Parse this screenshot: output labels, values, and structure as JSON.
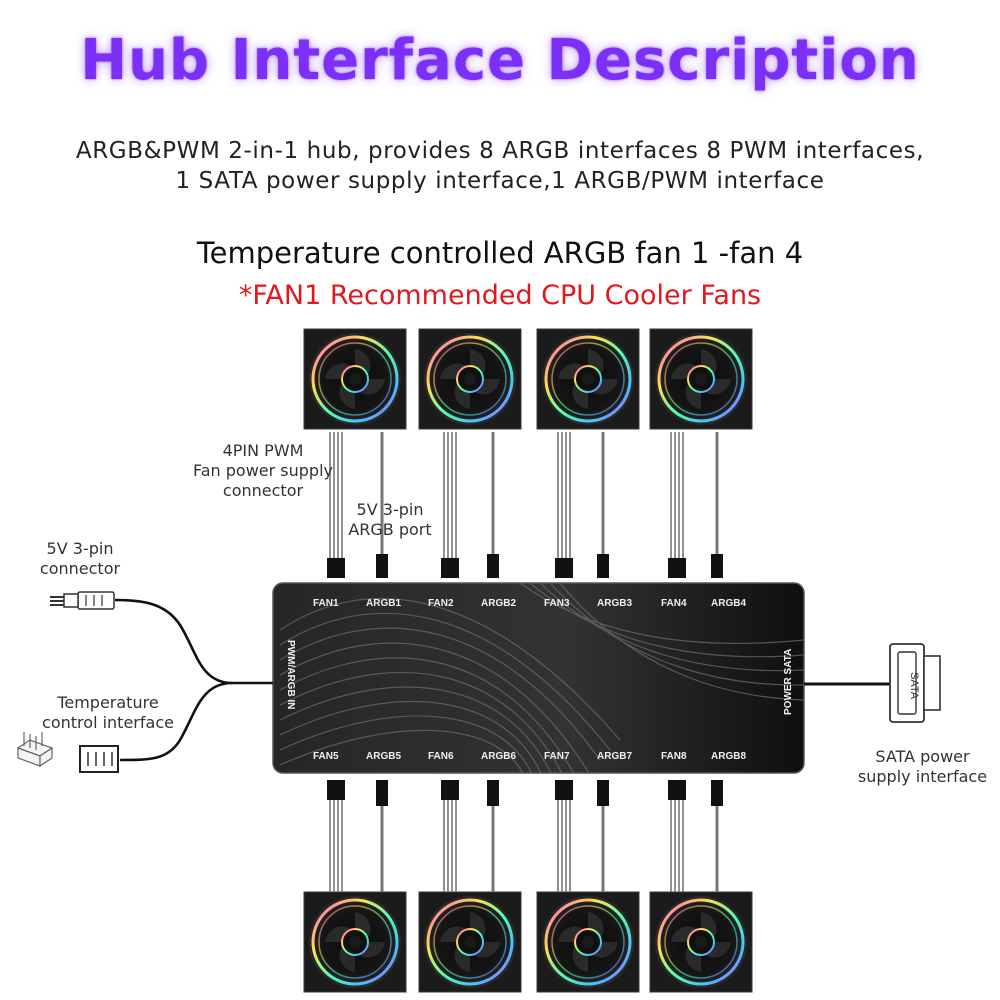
{
  "title": "Hub Interface Description",
  "description": {
    "line1": "ARGB&PWM 2-in-1 hub, provides 8 ARGB interfaces 8 PWM interfaces,",
    "line2": "1 SATA power supply interface,1 ARGB/PWM interface"
  },
  "subtitle": "Temperature controlled ARGB fan 1 -fan 4",
  "recommendation": "*FAN1 Recommended CPU Cooler Fans",
  "labels": {
    "pwm_connector": [
      "4PIN PWM",
      "Fan power supply",
      "connector"
    ],
    "argb_port": [
      "5V 3-pin",
      "ARGB port"
    ],
    "left_connector": [
      "5V 3-pin",
      "connector"
    ],
    "temp_interface": [
      "Temperature",
      "control interface"
    ],
    "sata_interface": [
      "SATA power",
      "supply interface"
    ]
  },
  "hub": {
    "top_ports": [
      "FAN1",
      "ARGB1",
      "FAN2",
      "ARGB2",
      "FAN3",
      "ARGB3",
      "FAN4",
      "ARGB4"
    ],
    "bottom_ports": [
      "FAN5",
      "ARGB5",
      "FAN6",
      "ARGB6",
      "FAN7",
      "ARGB7",
      "FAN8",
      "ARGB8"
    ],
    "left_side_label": "PWM/ARGB IN",
    "right_side_label": "POWER SATA"
  },
  "sata_plug_label": "SATA",
  "colors": {
    "title": "#7b2ff7",
    "recommendation": "#e0191e",
    "hub_body": "#2b2b2b"
  }
}
